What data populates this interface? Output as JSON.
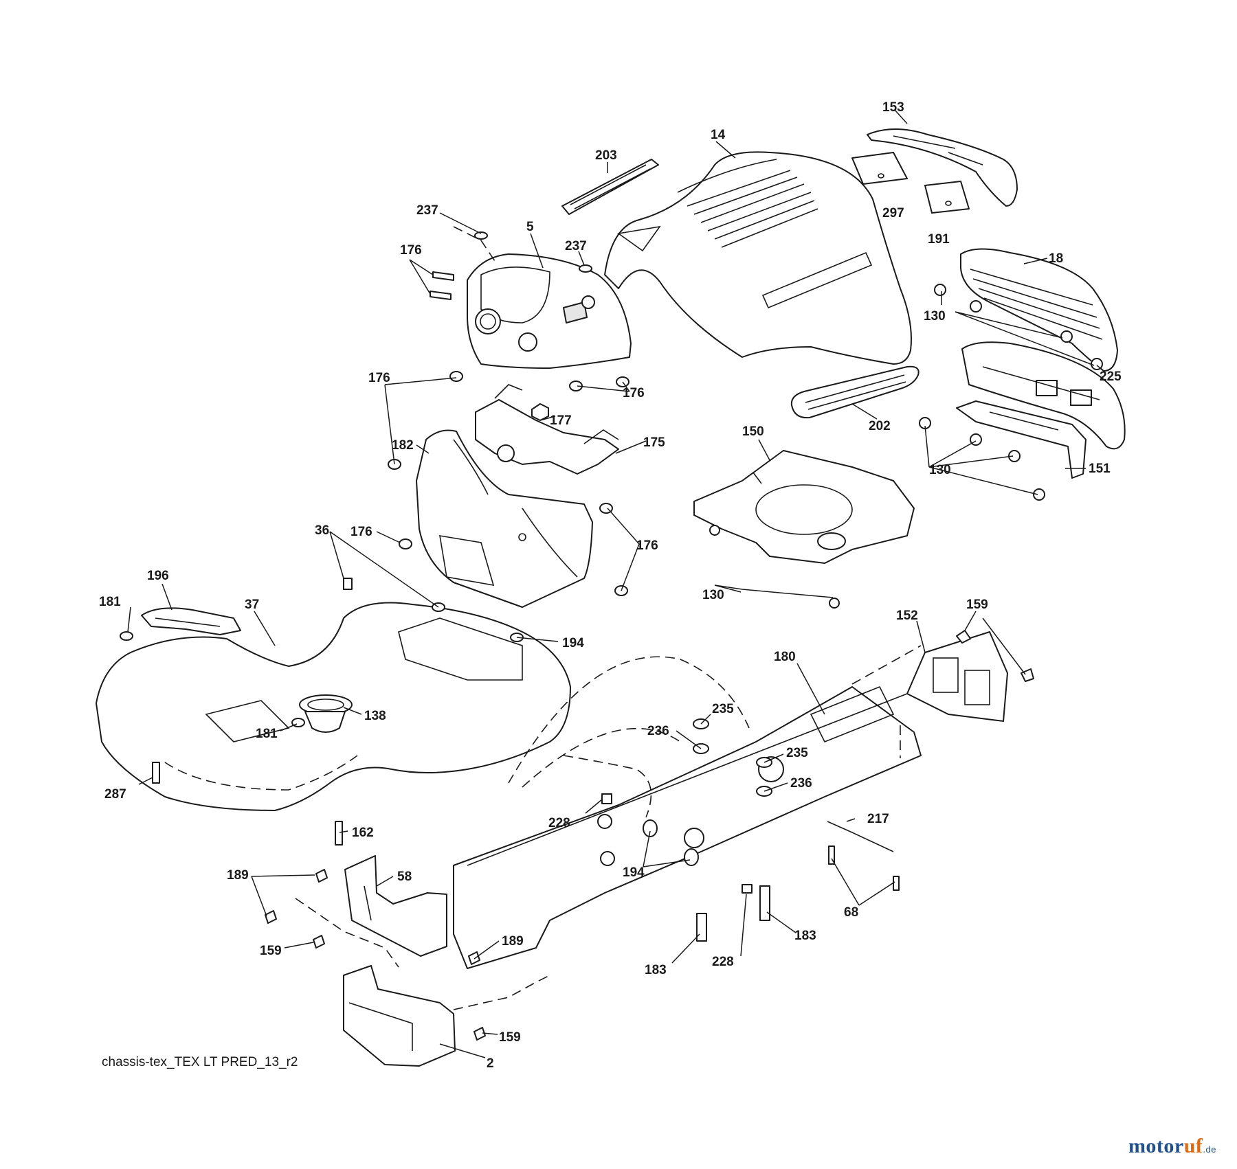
{
  "diagram": {
    "caption": "chassis-tex_TEX LT PRED_13_r2",
    "watermark": {
      "main": "motor",
      "accent": "uf",
      "tld": ".de"
    },
    "callouts": [
      "153",
      "14",
      "203",
      "297",
      "191",
      "237",
      "5",
      "237",
      "176",
      "18",
      "130",
      "225",
      "176",
      "176",
      "177",
      "182",
      "175",
      "202",
      "150",
      "130",
      "151",
      "176",
      "176",
      "36",
      "196",
      "181",
      "37",
      "194",
      "130",
      "152",
      "159",
      "180",
      "138",
      "181",
      "235",
      "236",
      "235",
      "287",
      "236",
      "217",
      "228",
      "162",
      "194",
      "189",
      "58",
      "68",
      "183",
      "159",
      "189",
      "183",
      "228",
      "159",
      "2"
    ]
  }
}
